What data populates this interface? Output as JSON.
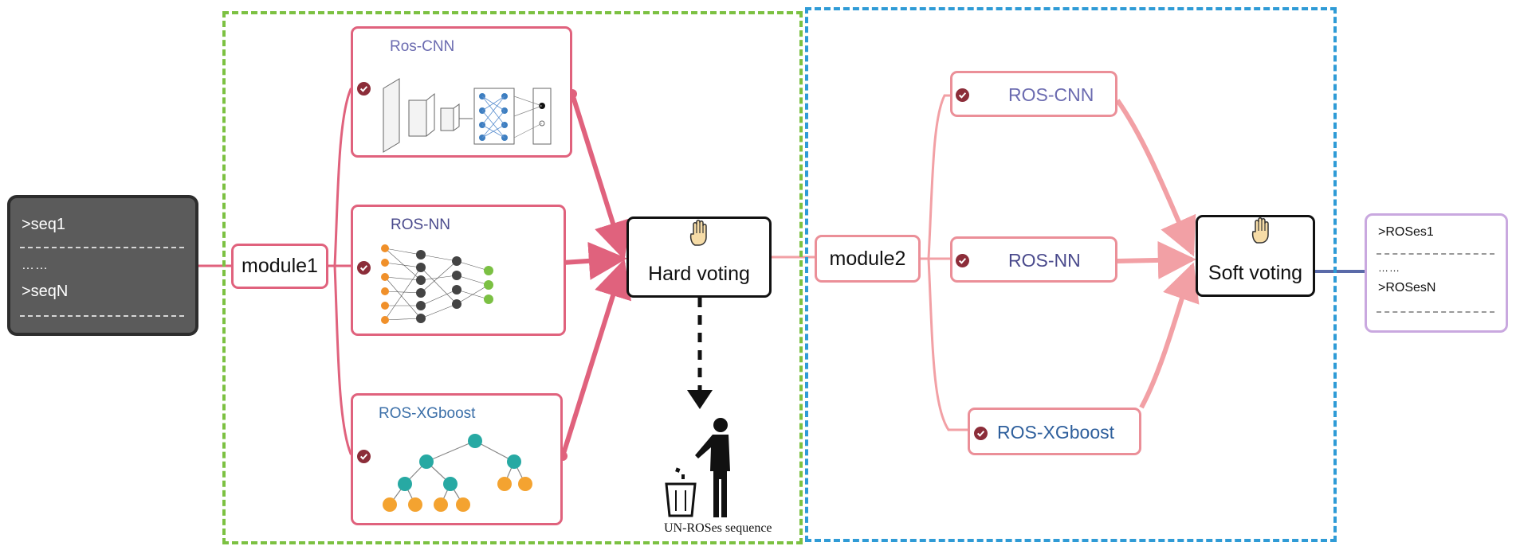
{
  "colors": {
    "module1_frame": "#7cc142",
    "module2_frame": "#2f9bd6",
    "pink_connector": "#e0627d",
    "light_connector": "#f2a0a5",
    "output_connector": "#5a6aa8",
    "input_fill": "#5b5b5b",
    "output_border": "#c9a8df",
    "check_fill": "#8c2d39",
    "cnn_title": "#6b6bb0",
    "nn_title": "#4a4a8c",
    "xgb_title": "#3b6fa8"
  },
  "input": {
    "line1": ">seq1",
    "dots": "……",
    "line2": ">seqN"
  },
  "module1": {
    "label": "module1",
    "models": {
      "cnn": "Ros-CNN",
      "nn": "ROS-NN",
      "xgb": "ROS-XGboost"
    },
    "vote_label": "Hard voting",
    "discard_caption": "UN-ROSes sequence"
  },
  "module2": {
    "label": "module2",
    "models": {
      "cnn": "ROS-CNN",
      "nn": "ROS-NN",
      "xgb": "ROS-XGboost"
    },
    "vote_label": "Soft voting"
  },
  "output": {
    "line1": ">ROSes1",
    "dots": "……",
    "line2": ">ROSesN"
  },
  "icons": [
    "check-icon",
    "hand-icon",
    "trash-icon",
    "person-icon",
    "cnn-diagram",
    "nn-diagram",
    "tree-diagram"
  ]
}
